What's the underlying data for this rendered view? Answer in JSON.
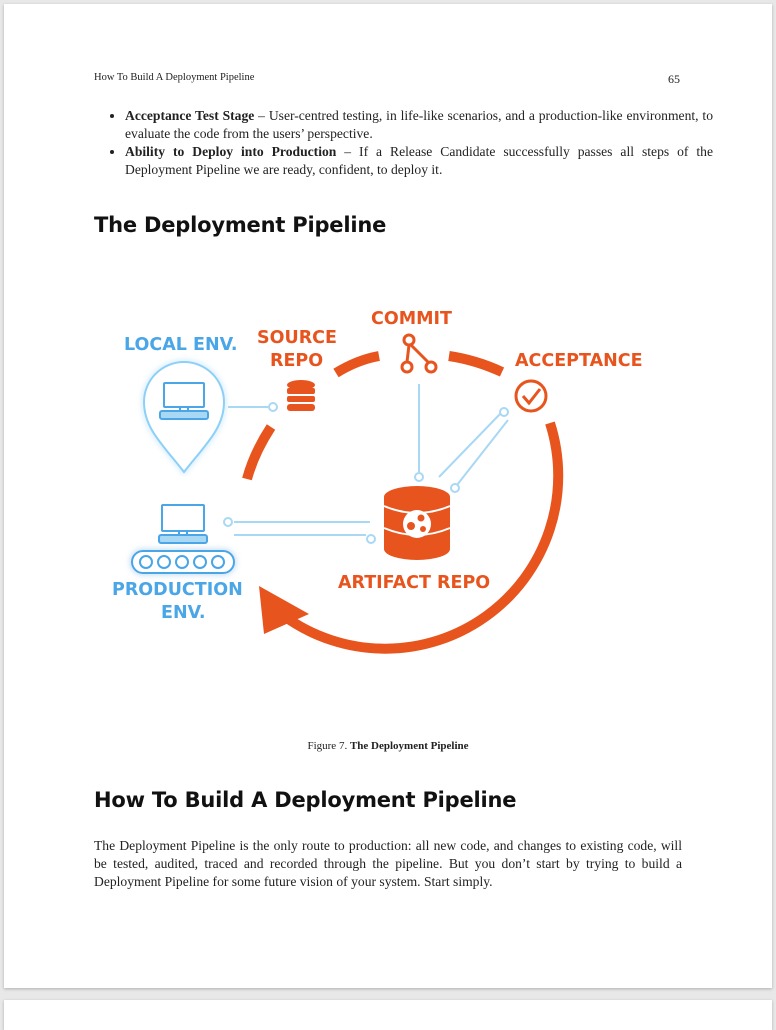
{
  "header": {
    "running_title": "How To Build A Deployment Pipeline",
    "page_number": "65"
  },
  "bullets": [
    {
      "term": "Acceptance Test Stage",
      "text": " – User-centred testing, in life-like scenarios, and a production-like environment, to evaluate the code from the users’ perspective."
    },
    {
      "term": "Ability to Deploy into Production",
      "text": " – If a Release Candidate successfully passes all steps of the Deployment Pipeline we are ready, confident, to deploy it."
    }
  ],
  "section1": {
    "heading": "The Deployment Pipeline"
  },
  "figure": {
    "labels": {
      "commit": "COMMIT",
      "source_repo_line1": "SOURCE",
      "source_repo_line2": "REPO",
      "local_env": "LOCAL ENV.",
      "acceptance": "ACCEPTANCE",
      "artifact_repo": "ARTIFACT REPO",
      "production_env_line1": "PRODUCTION",
      "production_env_line2": "ENV."
    },
    "colors": {
      "orange": "#e8541e",
      "blue": "#4aa6e6",
      "light_blue": "#a9d8f5"
    },
    "caption_prefix": "Figure 7.",
    "caption_title": "The Deployment Pipeline"
  },
  "section2": {
    "heading": "How To Build A Deployment Pipeline",
    "paragraph": "The Deployment Pipeline is the only route to production: all new code, and changes to existing code, will be tested, audited, traced and recorded through the pipeline. But you don’t start by trying to build a Deployment Pipeline for some future vision of your system. Start simply."
  }
}
